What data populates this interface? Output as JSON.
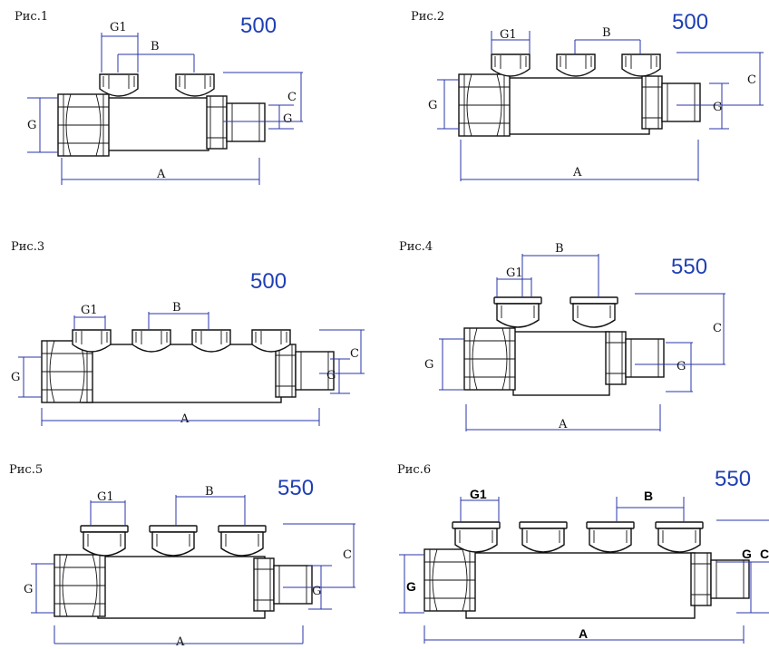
{
  "header_fragment": "",
  "figures": [
    {
      "title": "Рис.1",
      "price": "500",
      "labels": {
        "g1": "G1",
        "b": "B",
        "c": "C",
        "g": "G",
        "g_right": "G",
        "a": "A"
      }
    },
    {
      "title": "Рис.2",
      "price": "500",
      "labels": {
        "g1": "G1",
        "b": "B",
        "c": "C",
        "g": "G",
        "g_right": "G",
        "a": "A"
      }
    },
    {
      "title": "Рис.3",
      "price": "500",
      "labels": {
        "g1": "G1",
        "b": "B",
        "c": "C",
        "g": "G",
        "g_right": "G",
        "a": "A"
      }
    },
    {
      "title": "Рис.4",
      "price": "550",
      "labels": {
        "g1": "G1",
        "b": "B",
        "c": "C",
        "g": "G",
        "g_right": "G",
        "a": "A"
      }
    },
    {
      "title": "Рис.5",
      "price": "550",
      "labels": {
        "g1": "G1",
        "b": "B",
        "c": "C",
        "g": "G",
        "g_right": "G",
        "a": "A"
      }
    },
    {
      "title": "Рис.6",
      "price": "550",
      "labels": {
        "g1": "G1",
        "b": "B",
        "c": "C",
        "g": "G",
        "g_right": "G",
        "a": "A"
      }
    }
  ],
  "colors": {
    "price": "#1f3fb4",
    "dimension_lines": "#2a35a8",
    "drawing": "#111111",
    "header": "#e01818"
  }
}
